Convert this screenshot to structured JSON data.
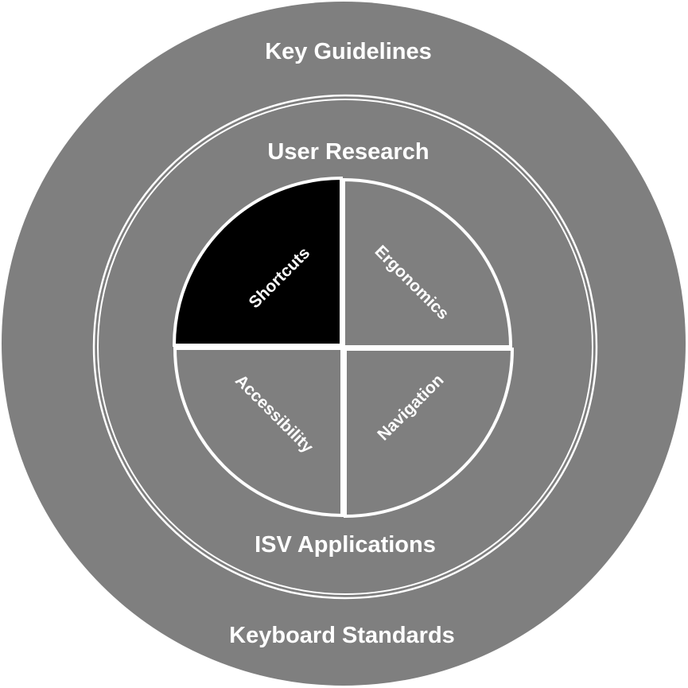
{
  "colors": {
    "outer": "#7f7f7f",
    "ring": "#ffffff",
    "highlight": "#000000",
    "quadrant": "#7f7f7f"
  },
  "outer_ring": {
    "top_label": "Key Guidelines",
    "bottom_label": "Keyboard Standards"
  },
  "middle_ring": {
    "top_label": "User Research",
    "bottom_label": "ISV Applications"
  },
  "quadrants": [
    {
      "label": "Shortcuts",
      "highlighted": true
    },
    {
      "label": "Ergonomics",
      "highlighted": false
    },
    {
      "label": "Accessibility",
      "highlighted": false
    },
    {
      "label": "Navigation",
      "highlighted": false
    }
  ]
}
